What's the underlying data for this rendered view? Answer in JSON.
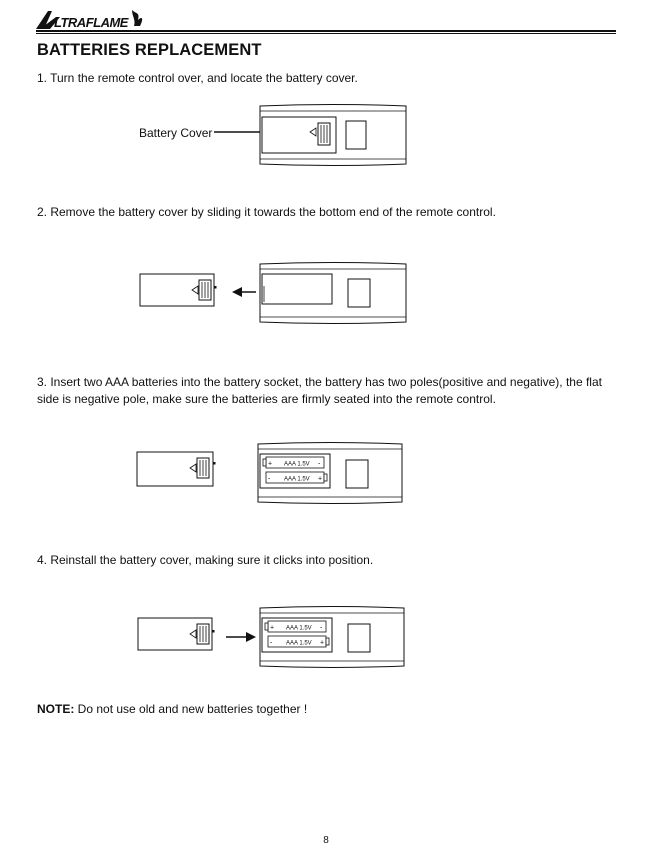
{
  "header": {
    "logo_text": "ALTRAFLAME"
  },
  "title": "BATTERIES REPLACEMENT",
  "steps": [
    {
      "text": "1.  Turn the remote control over, and locate the battery cover."
    },
    {
      "text": "2.  Remove the battery cover by sliding it towards the bottom end of the remote control."
    },
    {
      "text": "3.  Insert two AAA batteries into the battery socket, the battery has two poles(positive and negative), the flat side is negative pole, make sure the batteries are firmly seated into the remote control."
    },
    {
      "text": "4. Reinstall the battery cover, making sure it clicks into position."
    }
  ],
  "illustrations": {
    "callout_label": "Battery Cover",
    "battery_top_label": "AAA 1.5V",
    "battery_bottom_label": "AAA 1.5V",
    "plus_sign": "+",
    "minus_sign": "-"
  },
  "note": {
    "label": "NOTE:",
    "text": " Do not use old and new batteries together !"
  },
  "page_number": "8"
}
